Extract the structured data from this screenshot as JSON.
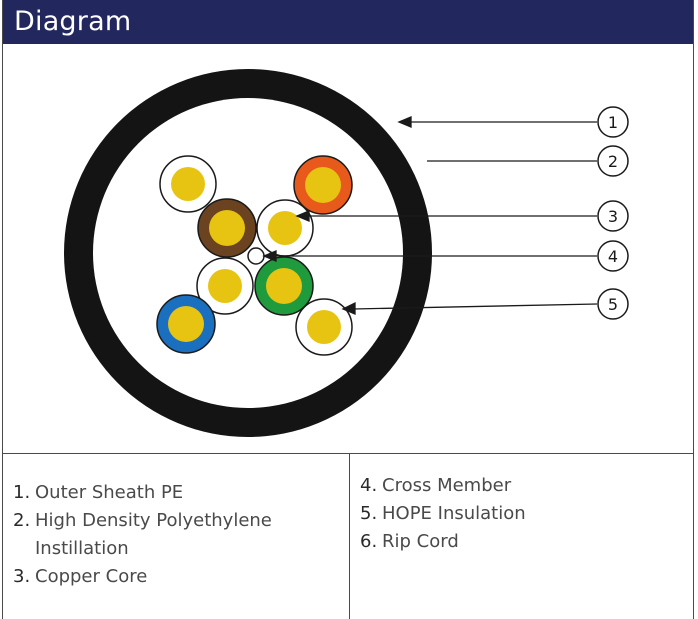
{
  "header": {
    "title": "Diagram"
  },
  "callouts": [
    "1",
    "2",
    "3",
    "4",
    "5"
  ],
  "colors": {
    "header_bg": "#22275e",
    "sheath": "#141414",
    "copper": "#e8c412",
    "brown": "#6b4320",
    "orange": "#e85a1b",
    "green": "#1f9a3c",
    "blue": "#1a6fbe"
  },
  "legend": {
    "left": [
      {
        "num": "1.",
        "text": "Outer Sheath PE"
      },
      {
        "num": "2.",
        "text": "High Density Polyethylene Instillation"
      },
      {
        "num": "3.",
        "text": "Copper Core"
      }
    ],
    "right": [
      {
        "num": "4.",
        "text": "Cross Member"
      },
      {
        "num": "5.",
        "text": "HOPE Insulation"
      },
      {
        "num": "6.",
        "text": "Rip Cord"
      }
    ]
  }
}
